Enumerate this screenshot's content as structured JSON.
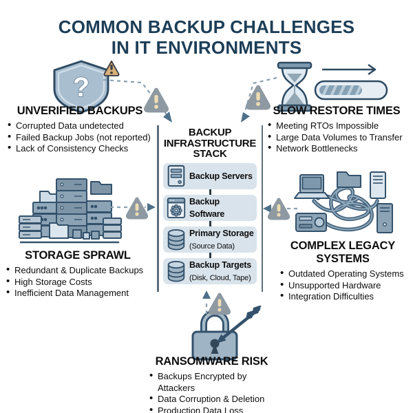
{
  "title": {
    "line1": "COMMON BACKUP CHALLENGES",
    "line2": "IN IT ENVIRONMENTS"
  },
  "colors": {
    "title_navy": "#1d3e57",
    "layer_box_bg": "#d9e3eb",
    "warning_triangle_gray": "#8e99a2",
    "warning_triangle_tan": "#d9b178",
    "icon_stroke": "#33516b",
    "dashed_line": "#8aa0b0",
    "arrowhead_slate": "#4e7089"
  },
  "icons": {
    "unverified_backups": "shield-question-icon",
    "slow_restore_times": "hourglass-progress-icon",
    "storage_sprawl": "server-sprawl-icon",
    "complex_legacy_systems": "tangled-cables-icon",
    "ransomware_risk": "padlock-arrow-icon",
    "connector_warning": "warning-triangle-icon",
    "layer_icons": [
      "server-tower-icon",
      "software-gear-icon",
      "database-icon",
      "database-icon"
    ]
  },
  "center_stack": {
    "heading_lines": [
      "BACKUP",
      "INFRASTRUCTURE",
      "STACK"
    ],
    "layers": [
      {
        "label": "Backup Servers",
        "sublabel": ""
      },
      {
        "label": "Backup Software",
        "sublabel": ""
      },
      {
        "label": "Primary Storage",
        "sublabel": "(Source Data)"
      },
      {
        "label": "Backup Targets",
        "sublabel": "(Disk, Cloud, Tape)"
      }
    ]
  },
  "sections": {
    "unverified_backups": {
      "heading": "UNVERIFIED BACKUPS",
      "bullets": [
        "Corrupted Data undetected",
        "Failed Backup Jobs (not reported)",
        "Lack of Consistency Checks"
      ]
    },
    "slow_restore_times": {
      "heading": "SLOW RESTORE TIMES",
      "bullets": [
        "Meeting RTOs Impossible",
        "Large Data Volumes to Transfer",
        "Network Bottlenecks"
      ]
    },
    "storage_sprawl": {
      "heading": "STORAGE SPRAWL",
      "bullets": [
        "Redundant & Duplicate Backups",
        "High Storage Costs",
        "Inefficient Data Management"
      ]
    },
    "complex_legacy_systems": {
      "heading": "COMPLEX LEGACY SYSTEMS",
      "bullets": [
        "Outdated Operating Systems",
        "Unsupported Hardware",
        "Integration Difficulties"
      ]
    },
    "ransomware_risk": {
      "heading": "RANSOMWARE RISK",
      "bullets": [
        "Backups Encrypted by Attackers",
        "Data Corruption & Deletion",
        "Production Data Loss"
      ]
    }
  }
}
